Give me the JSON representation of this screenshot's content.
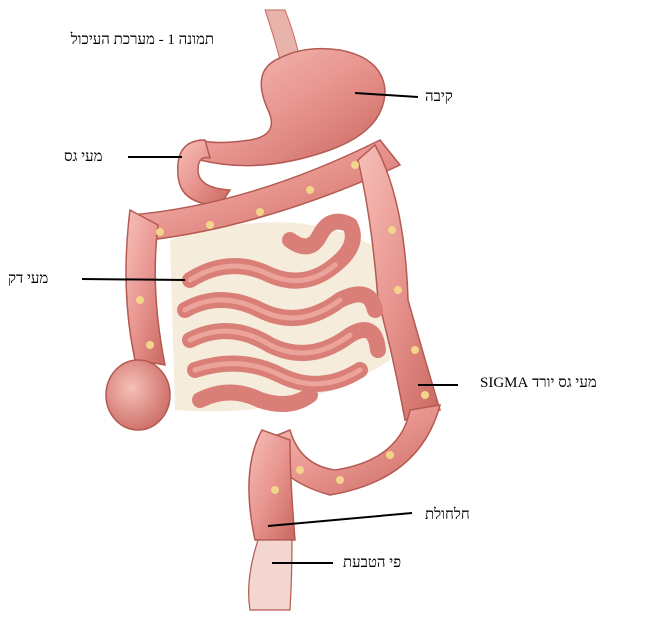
{
  "figure_title": "תמונה 1  -  מערכת העיכול",
  "labels": {
    "stomach": "קיבה",
    "colon": "מעי גס",
    "small_intestine": "מעי דק",
    "descending_colon_sigma": "מעי גס יורד  SIGMA",
    "rectum": "חלחולת",
    "anus": "פי הטבעת"
  },
  "colors": {
    "tissue": "#e8958f",
    "tissue_dark": "#c9675f",
    "tissue_light": "#f6c0b8",
    "fat": "#f2d58a",
    "mesentery": "#f4e7d2",
    "leader_line": "#000000"
  }
}
